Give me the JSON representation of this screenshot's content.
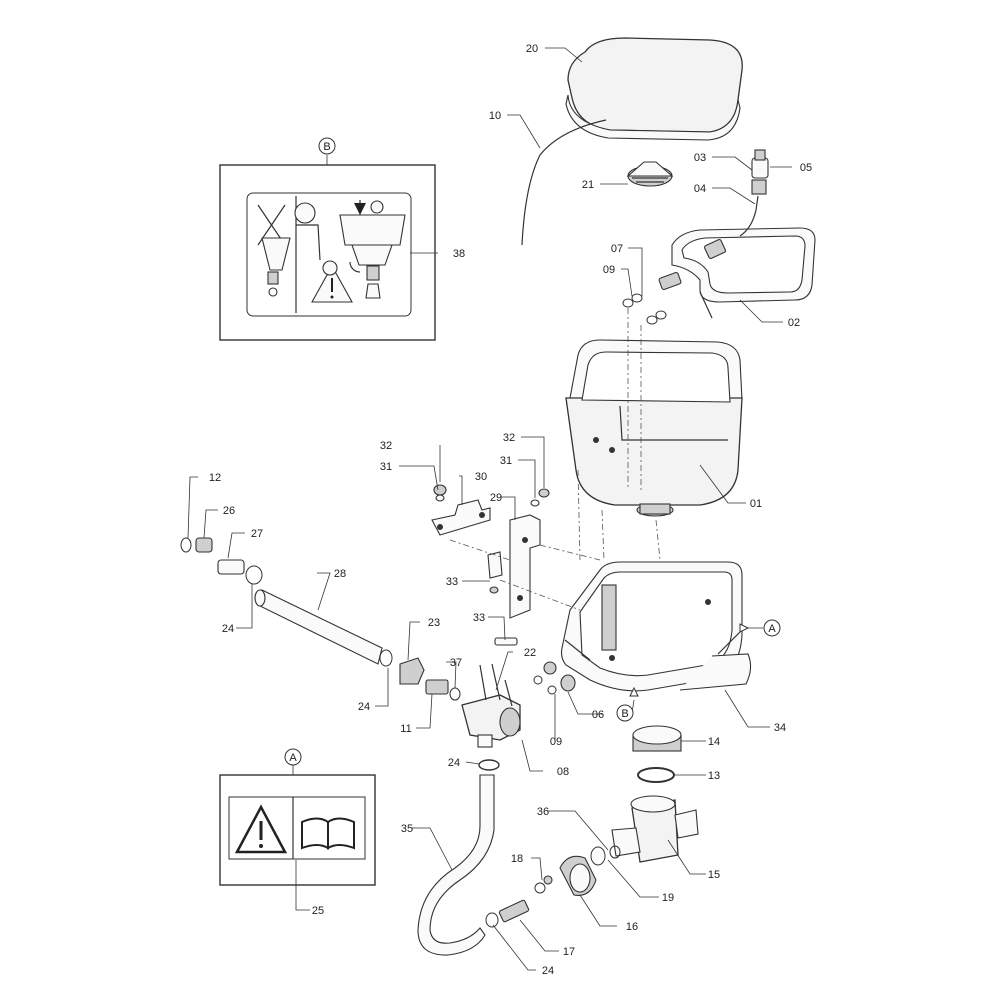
{
  "callouts": {
    "c01": "01",
    "c02": "02",
    "c03": "03",
    "c04": "04",
    "c05": "05",
    "c06": "06",
    "c07": "07",
    "c08": "08",
    "c09a": "09",
    "c09b": "09",
    "c10": "10",
    "c11": "11",
    "c12": "12",
    "c13": "13",
    "c14": "14",
    "c15": "15",
    "c16": "16",
    "c17": "17",
    "c18": "18",
    "c19": "19",
    "c20": "20",
    "c21": "21",
    "c22": "22",
    "c23": "23",
    "c24a": "24",
    "c24b": "24",
    "c24c": "24",
    "c24d": "24",
    "c25": "25",
    "c26": "26",
    "c27": "27",
    "c28": "28",
    "c29": "29",
    "c30": "30",
    "c31a": "31",
    "c31b": "31",
    "c32a": "32",
    "c32b": "32",
    "c33a": "33",
    "c33b": "33",
    "c34": "34",
    "c35": "35",
    "c36": "36",
    "c37": "37",
    "c38": "38"
  },
  "markers": {
    "A_label": "A",
    "B_label": "B",
    "A_ref": "A",
    "B_ref": "B"
  }
}
